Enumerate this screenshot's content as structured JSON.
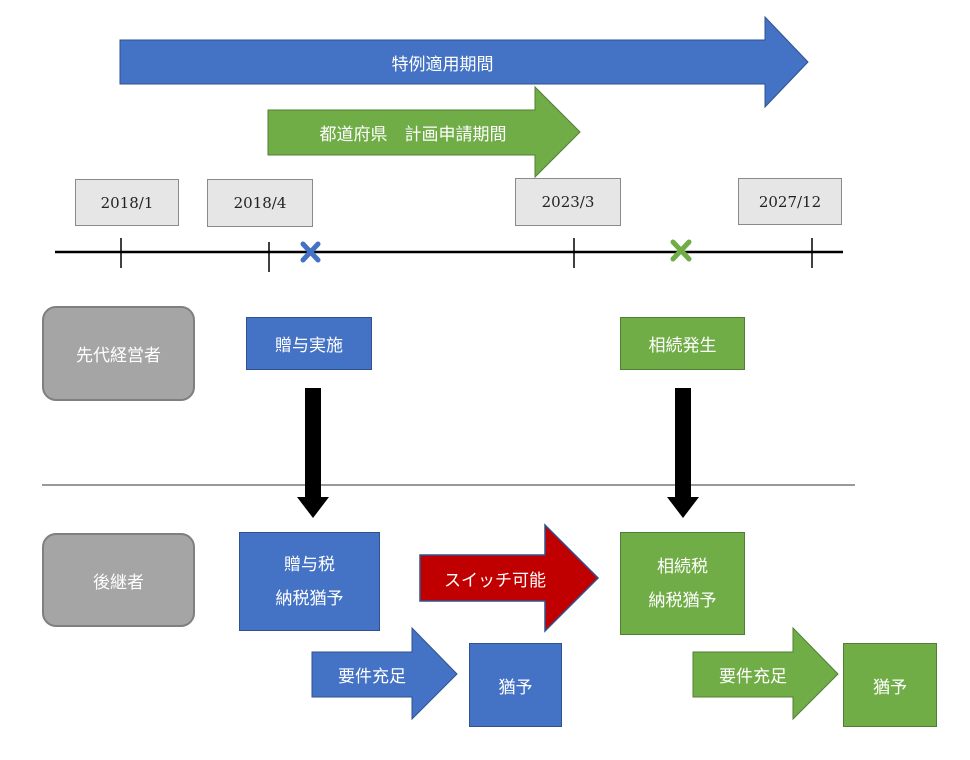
{
  "arrows": {
    "special_period": "特例適用期間",
    "prefecture_period": "都道府県　計画申請期間",
    "switch": "スイッチ可能",
    "requirement_blue": "要件充足",
    "requirement_green": "要件充足"
  },
  "timeline": {
    "dates": [
      "2018/1",
      "2018/4",
      "2023/3",
      "2027/12"
    ]
  },
  "roles": {
    "predecessor": "先代経営者",
    "successor": "後継者"
  },
  "events": {
    "gift": "贈与実施",
    "inheritance": "相続発生"
  },
  "results": {
    "gift_tax_line1": "贈与税",
    "gift_tax_line2": "納税猶予",
    "inheritance_tax_line1": "相続税",
    "inheritance_tax_line2": "納税猶予",
    "deferral_blue": "猶予",
    "deferral_green": "猶予"
  },
  "colors": {
    "blue": "#4472c4",
    "green": "#70ad47",
    "red": "#c00000",
    "gray": "#a5a5a5"
  }
}
